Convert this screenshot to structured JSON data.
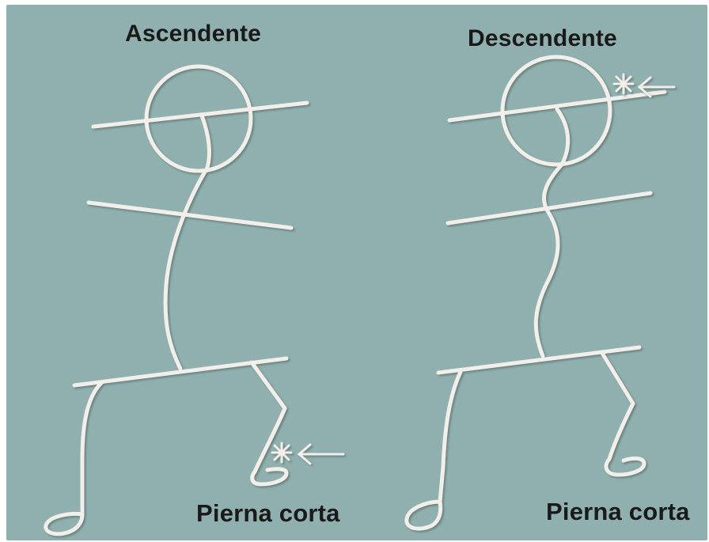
{
  "diagram": {
    "figures": [
      {
        "title": "Ascendente",
        "footer": "Pierna corta"
      },
      {
        "title": "Descendente",
        "footer": "Pierna corta"
      }
    ],
    "colors": {
      "background": "#8fb0ae",
      "stroke": "#f2eeea",
      "text": "#1a1a1a"
    },
    "icons": [
      "asterisk-icon",
      "arrow-left-icon"
    ]
  }
}
